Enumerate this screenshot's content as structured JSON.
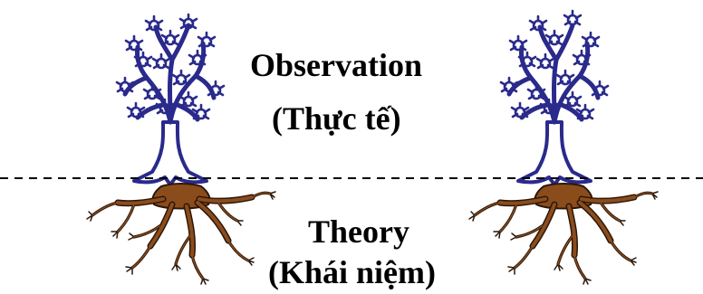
{
  "labels": {
    "observation": "Observation",
    "observation_vi": "(Thực tế)",
    "theory": "Theory",
    "theory_vi": "(Khái niệm)"
  },
  "colors": {
    "tree": "#2a2a8c",
    "roots": "#8b4c1c",
    "root_outline": "#2b1608",
    "divider": "#000000",
    "text": "#000000"
  },
  "icons": {
    "tree": "tree-canopy-icon",
    "roots": "tree-roots-icon"
  }
}
